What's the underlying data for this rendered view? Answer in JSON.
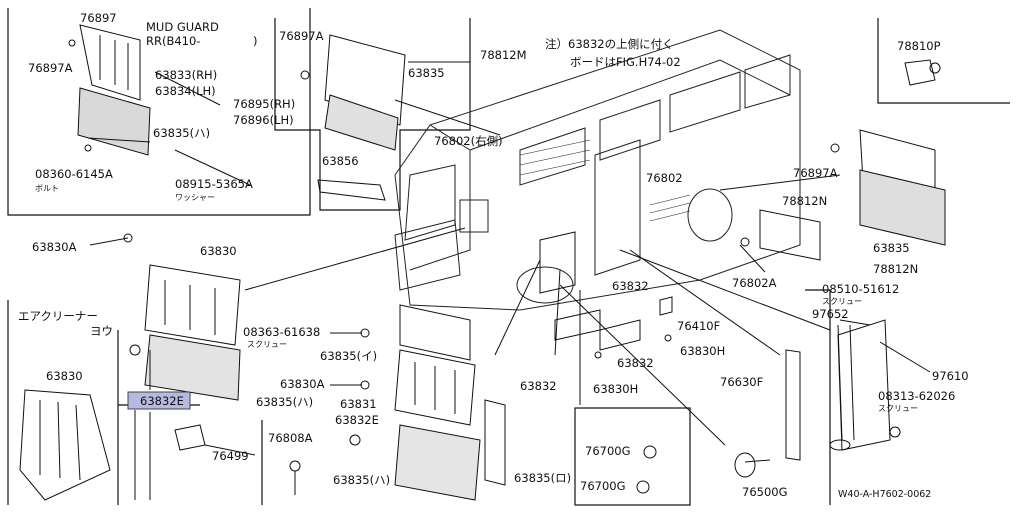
{
  "diagram_code": "W40-A-H7602-0062",
  "panels": {
    "top_left": {
      "title_line1": "MUD GUARD",
      "title_line2": "RR(B410-",
      "title_close": ")"
    },
    "aircleaner": {
      "title_line1": "エアクリーナー",
      "title_line2": "ヨウ"
    },
    "note": {
      "line1": "注）63832の上側に付く",
      "line2": "ボードはFIG.H74-02"
    }
  },
  "labels": {
    "p76897_tl": "76897",
    "p76897a_tl": "76897A",
    "p63833rh": "63833(RH)",
    "p63834lh": "63834(LH)",
    "p76895rh": "76895(RH)",
    "p76896lh": "76896(LH)",
    "p63835_ha_tl": "63835(ハ)",
    "p08360": "08360-6145A",
    "p08360_sub": "ボルト",
    "p08915": "08915-5365A",
    "p08915_sub": "ワッシャー",
    "p76897a_tc": "76897A",
    "p78812m": "78812M",
    "p63835_tc": "63835",
    "p63856": "63856",
    "p76802_right": "76802(右側)",
    "p76802": "76802",
    "p78810p": "78810P",
    "p76897a_r": "76897A",
    "p78812n_a": "78812N",
    "p63835_r": "63835",
    "p78812n_b": "78812N",
    "p76802a": "76802A",
    "p08510": "08510-51612",
    "p08510_sub": "スクリュー",
    "p63830a_1": "63830A",
    "p63830_1": "63830",
    "p08363": "08363-61638",
    "p08363_sub": "スクリュー",
    "p63835_i": "63835(イ)",
    "p63830a_2": "63830A",
    "p63831": "63831",
    "p63832e_mid": "63832E",
    "p63835_ha_2": "63835(ハ)",
    "p63835_ha_3": "63835(ハ)",
    "p63835_ro": "63835(ロ)",
    "p63832_a": "63832",
    "p63832_b": "63832",
    "p63832_c": "63832",
    "p63830h_a": "63830H",
    "p63830h_b": "63830H",
    "p76410f": "76410F",
    "p97652": "97652",
    "p97610": "97610",
    "p08313": "08313-62026",
    "p08313_sub": "スクリュー",
    "p76630f": "76630F",
    "p76500g": "76500G",
    "p76700g_a": "76700G",
    "p76700g_b": "76700G",
    "p63830_ac": "63830",
    "p63832e_box": "63832E",
    "p76499": "76499",
    "p76808a": "76808A"
  },
  "highlight_color": "#b8b8e0",
  "line_color": "#111111"
}
